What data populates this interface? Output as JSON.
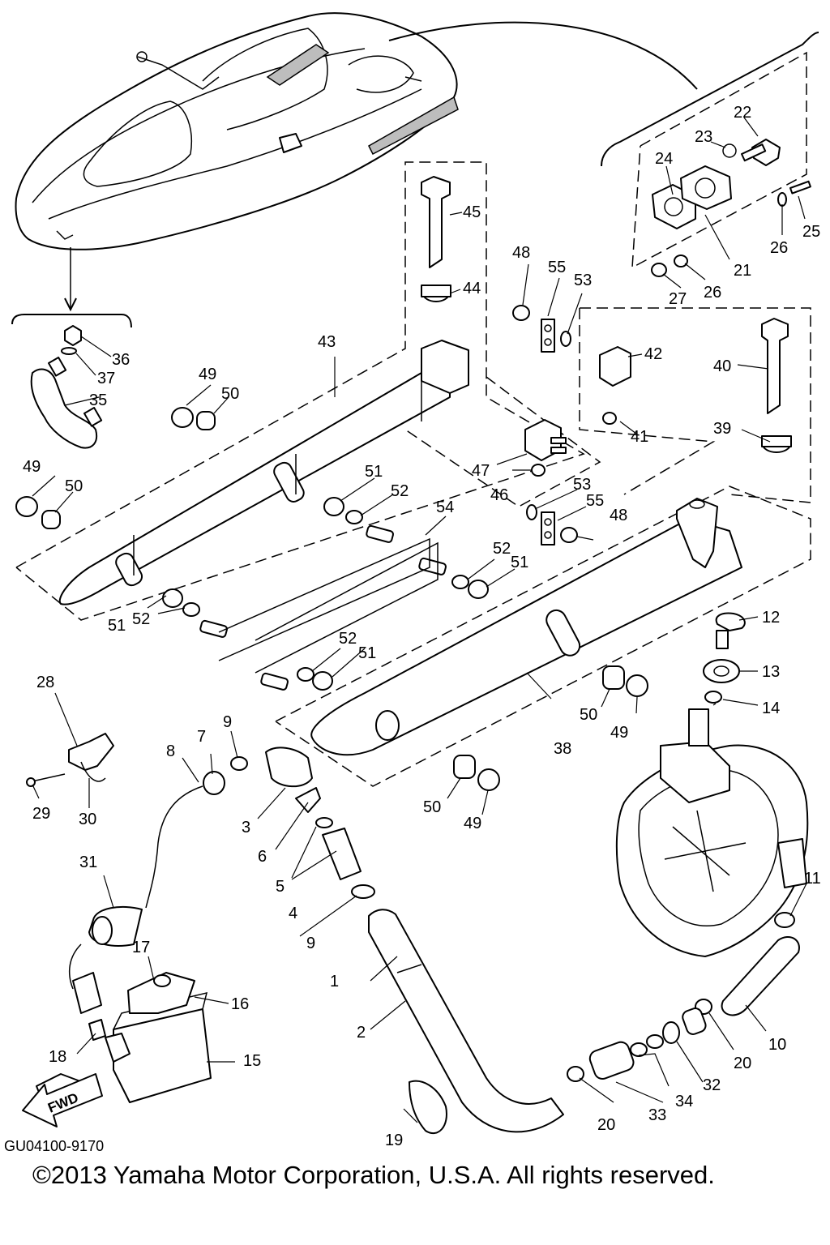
{
  "diagram": {
    "part_code": "GU04100-9170",
    "copyright": "©2013 Yamaha Motor Corporation, U.S.A. All rights reserved.",
    "fwd_label": "FWD",
    "callouts": {
      "c1": "1",
      "c2": "2",
      "c3": "3",
      "c4": "4",
      "c5": "5",
      "c6": "6",
      "c7": "7",
      "c8": "8",
      "c9a": "9",
      "c9b": "9",
      "c10": "10",
      "c11": "11",
      "c12": "12",
      "c13": "13",
      "c14": "14",
      "c15": "15",
      "c16": "16",
      "c17": "17",
      "c18": "18",
      "c19": "19",
      "c20a": "20",
      "c20b": "20",
      "c21": "21",
      "c22": "22",
      "c23": "23",
      "c24": "24",
      "c25": "25",
      "c26a": "26",
      "c26b": "26",
      "c27": "27",
      "c28": "28",
      "c29": "29",
      "c30": "30",
      "c31": "31",
      "c32": "32",
      "c33": "33",
      "c34": "34",
      "c35": "35",
      "c36": "36",
      "c37": "37",
      "c38": "38",
      "c39": "39",
      "c40": "40",
      "c41": "41",
      "c42": "42",
      "c43": "43",
      "c44": "44",
      "c45": "45",
      "c46": "46",
      "c47": "47",
      "c48a": "48",
      "c48b": "48",
      "c49a": "49",
      "c49b": "49",
      "c49c": "49",
      "c49d": "49",
      "c50a": "50",
      "c50b": "50",
      "c50c": "50",
      "c50d": "50",
      "c51a": "51",
      "c51b": "51",
      "c51c": "51",
      "c51d": "51",
      "c52a": "52",
      "c52b": "52",
      "c52c": "52",
      "c52d": "52",
      "c53a": "53",
      "c53b": "53",
      "c54": "54",
      "c55a": "55",
      "c55b": "55"
    }
  }
}
